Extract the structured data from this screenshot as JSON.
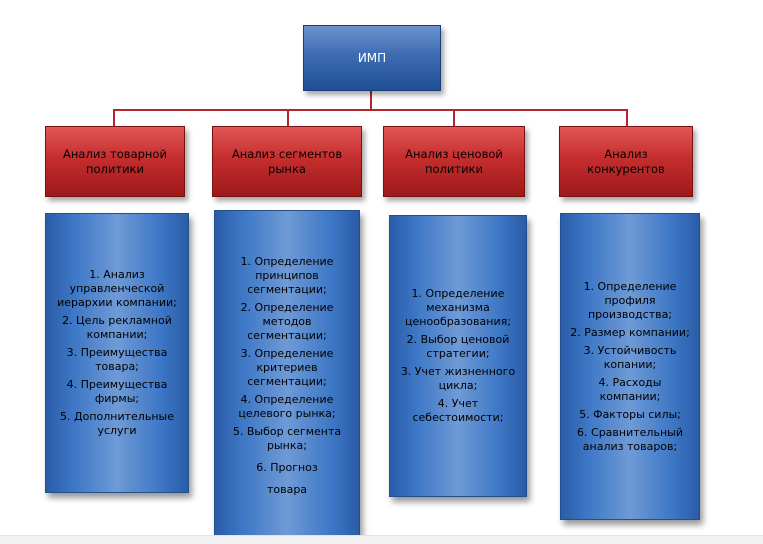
{
  "root": {
    "label": "ИМП"
  },
  "categories": [
    {
      "label": "Анализ товарной\nполитики",
      "items": [
        "1. Анализ\nуправленческой\nиерархии компании;",
        "2. Цель рекламной\nкомпании;",
        "3. Преимущества\nтовара;",
        "4. Преимущества\nфирмы;",
        "5. Дополнительные\nуслуги"
      ]
    },
    {
      "label": "Анализ сегментов\nрынка",
      "items": [
        "1. Определение\nпринципов\nсегментации;",
        "2. Определение\nметодов\nсегментации;",
        "3. Определение\nкритериев\nсегментации;",
        "4. Определение\nцелевого рынка;",
        "5. Выбор сегмента\nрынка;",
        "6. Прогноз\nтовара"
      ]
    },
    {
      "label": "Анализ ценовой\nполитики",
      "items": [
        "1. Определение\nмеханизма\nценообразования;",
        "2. Выбор ценовой\nстратегии;",
        "3. Учет жизненного\nцикла;",
        "4. Учет\nсебестоимости;"
      ]
    },
    {
      "label": "Анализ\nконкурентов",
      "items": [
        "1. Определение\nпрофиля\nпроизводства;",
        "2. Размер компании;",
        "3. Устойчивость\nкопании;",
        "4. Расходы\nкомпании;",
        "5. Факторы силы;",
        "6. Сравнительный\nанализ товаров;"
      ]
    }
  ]
}
